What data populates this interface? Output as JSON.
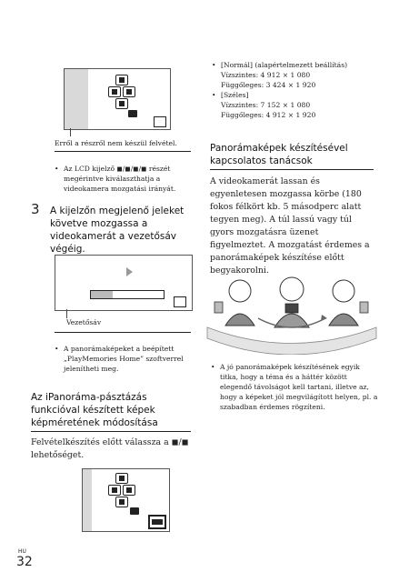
{
  "left": {
    "caption_top": "Erről a részről nem készül felvétel.",
    "bullet1": "Az LCD kijelző ◼/◼/◼/◼ részét megérintve kiválaszthatja a videokamera mozgatási irányát.",
    "step_number": "3",
    "step_text": "A kijelzőn megjelenő jeleket követve mozgassa a videokamerát a vezetősáv végéig.",
    "guide_label": "Vezetősáv",
    "bullet2": "A panorámaképeket a beépített „PlayMemories Home” szoftverrel jelenítheti meg.",
    "section_title": "Az iPanoráma-pásztázás funkcióval készített képek képméretének módosítása",
    "section_body": "Felvételkészítés előtt válassza a ◼/◼ lehetőséget."
  },
  "right": {
    "sizes": [
      {
        "label": "[Normál] (alapértelmezett beállítás)",
        "lines": [
          "Vízszintes: 4 912 × 1 080",
          "Függőleges: 3 424 × 1 920"
        ]
      },
      {
        "label": "[Széles]",
        "lines": [
          "Vízszintes: 7 152 × 1 080",
          "Függőleges: 4 912 × 1 920"
        ]
      }
    ],
    "tips_title": "Panorámaképek készítésével kapcsolatos tanácsok",
    "tips_body": "A videokamerát lassan és egyenletesen mozgassa körbe (180 fokos félkört kb. 5 másodperc alatt tegyen meg). A túl lassú vagy túl gyors mozgatásra üzenet figyelmeztet. A mozgatást érdemes a panorámaképek készítése előtt begyakorolni.",
    "tip_bullet": "A jó panorámaképek készítésének egyik titka, hogy a téma és a háttér között elegendő távolságot kell tartani, illetve az, hogy a képeket jól megvilágított helyen, pl. a szabadban érdemes rögzíteni."
  },
  "footer": {
    "lang": "HU",
    "page": "32"
  }
}
